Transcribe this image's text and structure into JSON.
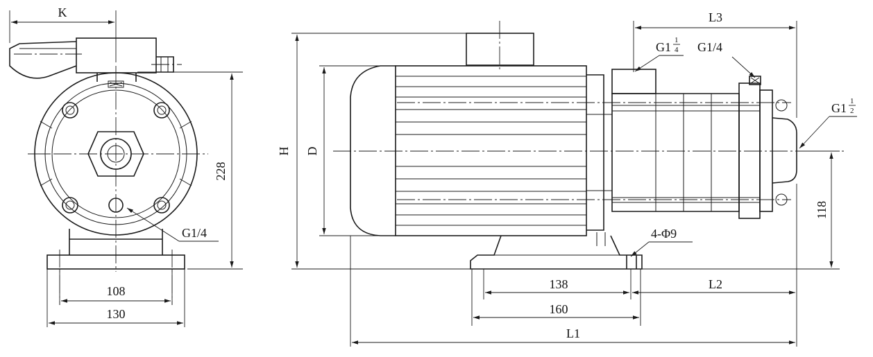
{
  "side_view": {
    "dim_k": "K",
    "dim_228": "228",
    "dim_108": "108",
    "dim_130": "130",
    "port_g14": "G1/4"
  },
  "front_view": {
    "dim_h": "H",
    "dim_d": "D",
    "dim_l3": "L3",
    "dim_l2": "L2",
    "dim_l1": "L1",
    "dim_138": "138",
    "dim_160": "160",
    "dim_118": "118",
    "holes": "4-Φ9",
    "port_top_left": {
      "base": "G1",
      "num": "1",
      "den": "4"
    },
    "port_top_right": "G1/4",
    "port_outlet": {
      "base": "G1",
      "num": "1",
      "den": "2"
    }
  }
}
